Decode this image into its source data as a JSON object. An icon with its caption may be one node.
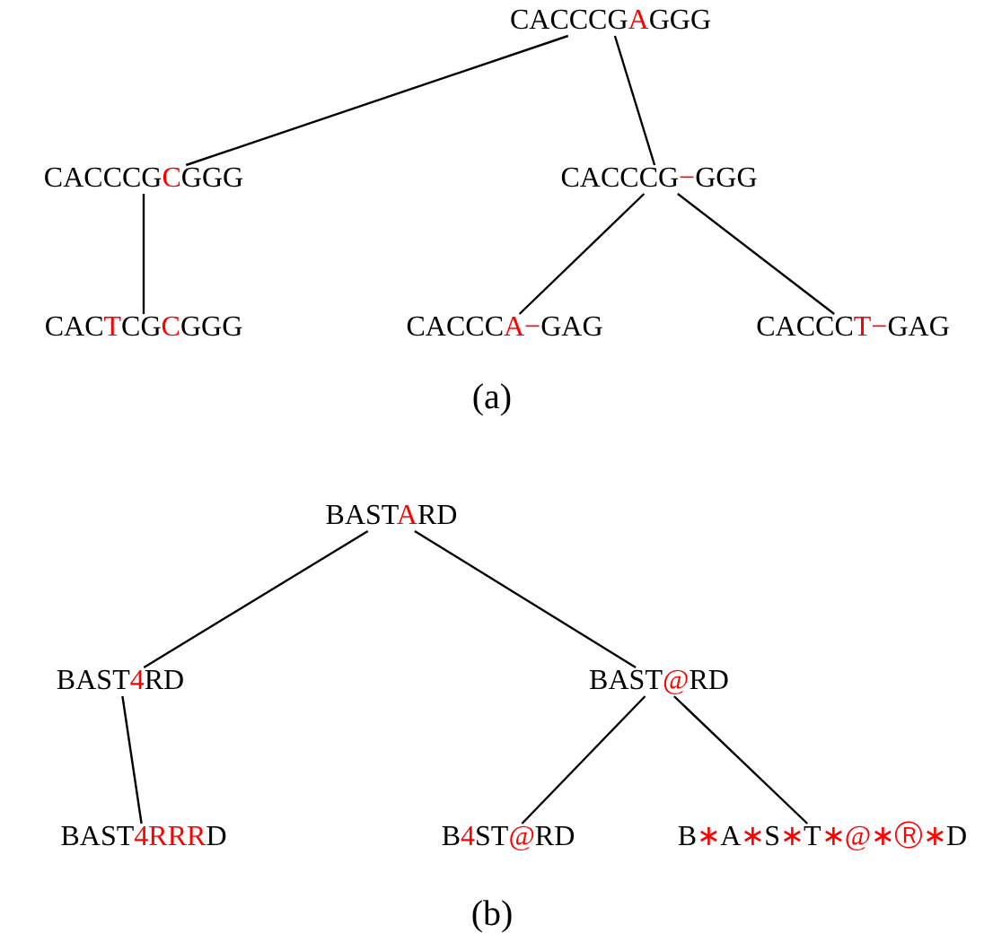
{
  "diagram": {
    "nodes": [
      {
        "text": [
          "CACCCGAGGG"
        ]
      },
      {
        "text": [
          "CACCCGCGGG"
        ]
      },
      {
        "text": [
          "CACCCG−GGG"
        ]
      },
      {
        "text": [
          "CACTCGCGGG"
        ]
      },
      {
        "text": [
          "CACCCA−GAG"
        ]
      },
      {
        "text": [
          "CACCCT−GAG"
        ]
      },
      {
        "text": [
          "BASTARD"
        ]
      },
      {
        "text": [
          "BAST4RD"
        ]
      },
      {
        "text": [
          "BAST@RD"
        ]
      },
      {
        "text": [
          "BAST4RRRD"
        ]
      },
      {
        "text": [
          "B4ST@RD"
        ]
      },
      {
        "text": [
          "B∗A∗S∗T∗@∗Ⓡ∗D"
        ]
      }
    ],
    "edges": [
      {
        "from": 0,
        "to": 1,
        "arrow": "none"
      },
      {
        "from": 0,
        "to": 2,
        "arrow": "none"
      },
      {
        "from": 1,
        "to": 3,
        "arrow": "none"
      },
      {
        "from": 2,
        "to": 4,
        "arrow": "none"
      },
      {
        "from": 2,
        "to": 5,
        "arrow": "none"
      },
      {
        "from": 6,
        "to": 7,
        "arrow": "none"
      },
      {
        "from": 6,
        "to": 8,
        "arrow": "none"
      },
      {
        "from": 7,
        "to": 9,
        "arrow": "none"
      },
      {
        "from": 8,
        "to": 10,
        "arrow": "none"
      },
      {
        "from": 8,
        "to": 11,
        "arrow": "none"
      }
    ],
    "labels": [
      "(a)",
      "(b)"
    ]
  }
}
